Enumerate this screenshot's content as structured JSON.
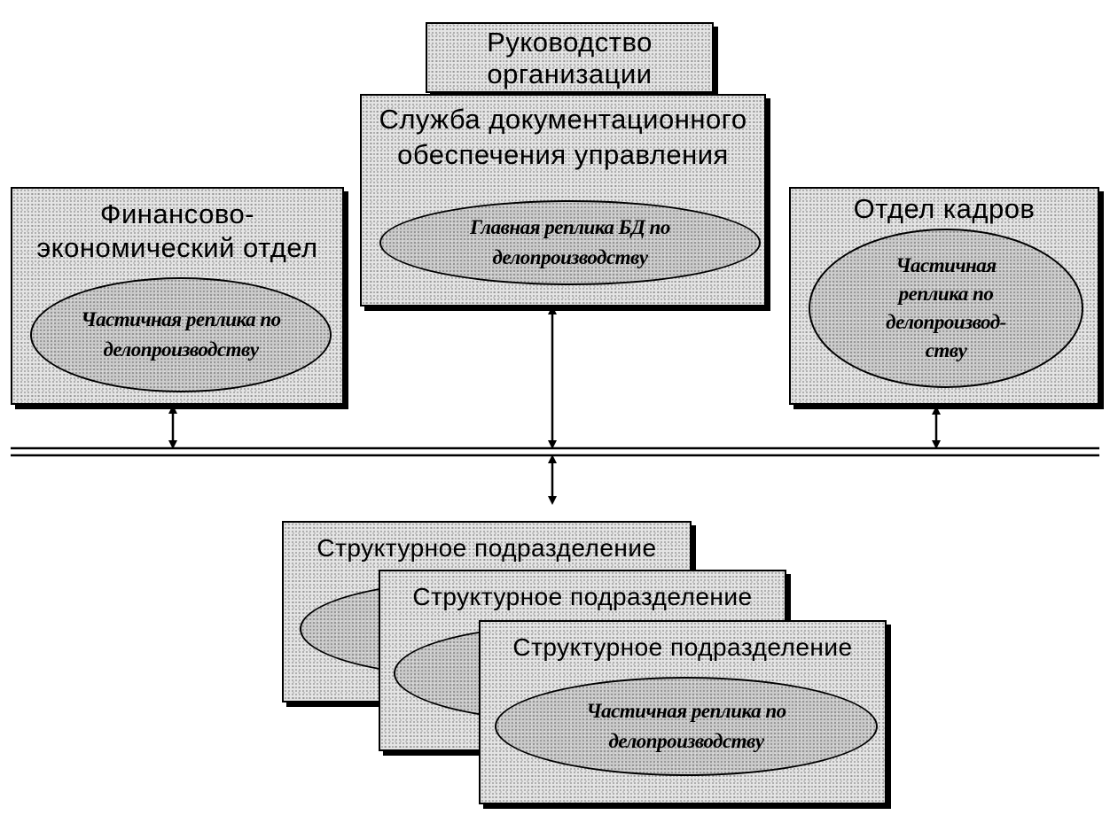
{
  "management": {
    "line1": "Руководство",
    "line2": "организации"
  },
  "doc_service": {
    "line1": "Служба документационного",
    "line2": "обеспечения управления",
    "replica_line1": "Главная реплика БД по",
    "replica_line2": "делопроизводству"
  },
  "finance_dept": {
    "line1": "Финансово-",
    "line2": "экономический отдел",
    "replica_line1": "Частичная реплика по",
    "replica_line2": "делопроизводству"
  },
  "hr_dept": {
    "line1": "Отдел кадров",
    "replica_line1": "Частичная",
    "replica_line2": "реплика по",
    "replica_line3": "делопроизвод-",
    "replica_line4": "ству"
  },
  "structural_units": {
    "unit1_title": "Структурное подразделение",
    "unit2_title": "Структурное подразделение",
    "unit3_title": "Структурное подразделение",
    "replica_line1": "Частичная реплика по",
    "replica_line2": "делопроизводству"
  }
}
